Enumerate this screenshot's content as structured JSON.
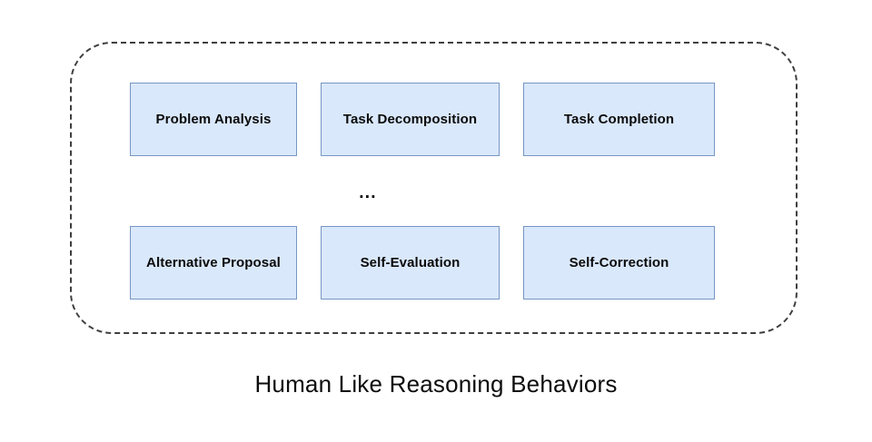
{
  "figure": {
    "caption": "Human Like Reasoning Behaviors",
    "container": {
      "style": "dashed-rounded-rectangle",
      "stroke_color": "#3f3f3f"
    },
    "ellipsis": "...",
    "node_style": {
      "fill_color": "#dae8fc",
      "border_color": "#7596c4",
      "text_color": "#0b0b0b"
    },
    "rows": [
      {
        "name": "row-1",
        "nodes": [
          {
            "id": "problem-analysis",
            "label": "Problem Analysis"
          },
          {
            "id": "task-decomposition",
            "label": "Task Decomposition"
          },
          {
            "id": "task-completion",
            "label": "Task Completion"
          }
        ]
      },
      {
        "name": "row-2",
        "nodes": [
          {
            "id": "alternative-proposal",
            "label": "Alternative Proposal"
          },
          {
            "id": "self-evaluation",
            "label": "Self-Evaluation"
          },
          {
            "id": "self-correction",
            "label": "Self-Correction"
          }
        ]
      }
    ]
  }
}
